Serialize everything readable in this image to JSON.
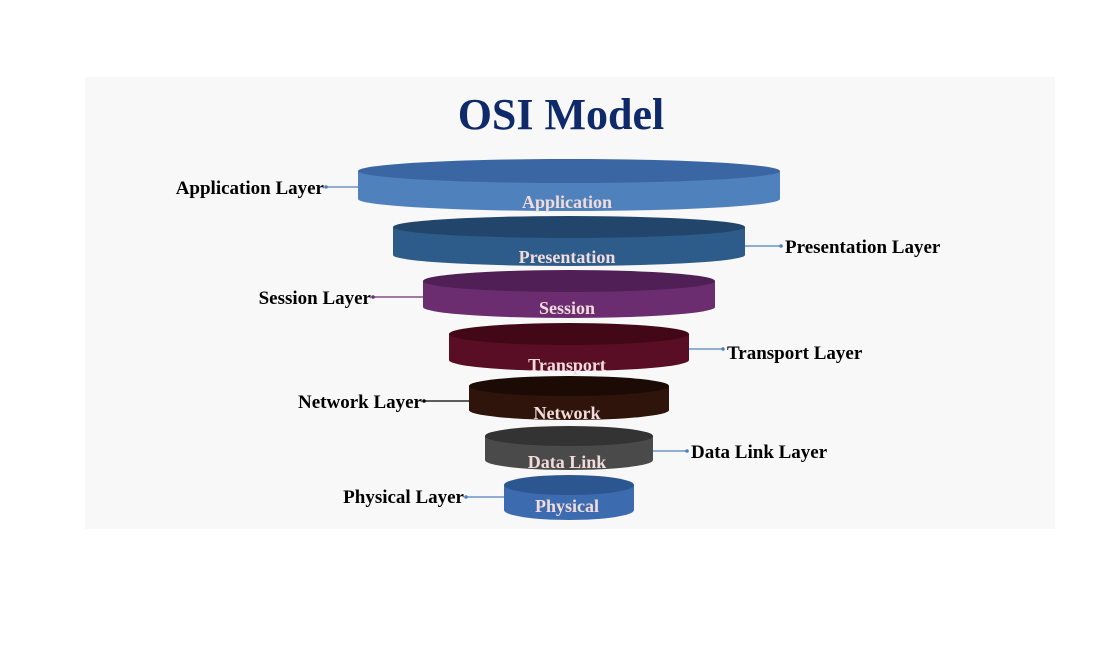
{
  "title": "OSI Model",
  "layers": [
    {
      "name": "Application",
      "side_label": "Application Layer",
      "side": "left",
      "color": "#4f81bd",
      "top_color": "#3a67a3",
      "text_color": "#f2dcdb",
      "connector_color": "#4f81bd"
    },
    {
      "name": "Presentation",
      "side_label": "Presentation Layer",
      "side": "right",
      "color": "#2e5c8a",
      "top_color": "#22466b",
      "text_color": "#f2dcdb",
      "connector_color": "#4f81bd"
    },
    {
      "name": "Session",
      "side_label": "Session Layer",
      "side": "left",
      "color": "#6b2d70",
      "top_color": "#4f1f55",
      "text_color": "#f2dcdb",
      "connector_color": "#6b2d70"
    },
    {
      "name": "Transport",
      "side_label": "Transport Layer",
      "side": "right",
      "color": "#5a0e25",
      "top_color": "#420818",
      "text_color": "#f2dcdb",
      "connector_color": "#4f81bd"
    },
    {
      "name": "Network",
      "side_label": "Network Layer",
      "side": "left",
      "color": "#2e140a",
      "top_color": "#1c0a04",
      "text_color": "#f2dcdb",
      "connector_color": "#000000"
    },
    {
      "name": "Data Link",
      "side_label": "Data Link Layer",
      "side": "right",
      "color": "#4a4a4a",
      "top_color": "#333333",
      "text_color": "#f2dcdb",
      "connector_color": "#4f81bd"
    },
    {
      "name": "Physical",
      "side_label": "Physical Layer",
      "side": "left",
      "color": "#3c6bb0",
      "top_color": "#2b568f",
      "text_color": "#f2dcdb",
      "connector_color": "#4f81bd"
    }
  ],
  "colors": {
    "title": "#0f2a6b",
    "side_label": "#000000",
    "panel": "#f8f8f8"
  }
}
